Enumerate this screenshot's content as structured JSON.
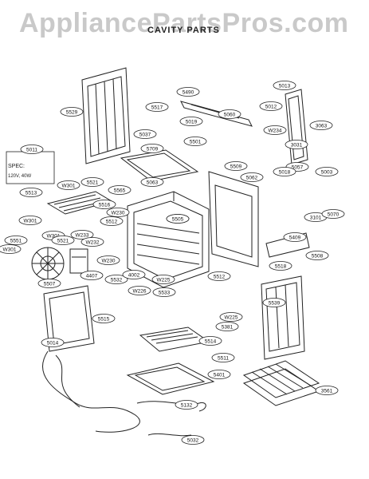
{
  "watermark": "AppliancePartsPros.com",
  "diagram_title": "CAVITY PARTS",
  "spec_label": "SPEC:",
  "spec_value": "120V, 40W",
  "callouts": [
    {
      "label": "5529"
    },
    {
      "label": "5490"
    },
    {
      "label": "5013"
    },
    {
      "label": "5517"
    },
    {
      "label": "5012"
    },
    {
      "label": "5060"
    },
    {
      "label": "5019"
    },
    {
      "label": "W234"
    },
    {
      "label": "3063"
    },
    {
      "label": "5037"
    },
    {
      "label": "5501"
    },
    {
      "label": "3031"
    },
    {
      "label": "5011"
    },
    {
      "label": "5709"
    },
    {
      "label": "5509"
    },
    {
      "label": "5057"
    },
    {
      "label": "5018"
    },
    {
      "label": "5003"
    },
    {
      "label": "5062"
    },
    {
      "label": "5063"
    },
    {
      "label": "W301"
    },
    {
      "label": "5521"
    },
    {
      "label": "5513"
    },
    {
      "label": "5565"
    },
    {
      "label": "5516"
    },
    {
      "label": "W230"
    },
    {
      "label": "5505"
    },
    {
      "label": "3101"
    },
    {
      "label": "5070"
    },
    {
      "label": "W301"
    },
    {
      "label": "5512"
    },
    {
      "label": "5505"
    },
    {
      "label": "W301"
    },
    {
      "label": "W233"
    },
    {
      "label": "W232"
    },
    {
      "label": "5551"
    },
    {
      "label": "5521"
    },
    {
      "label": "W301"
    },
    {
      "label": "5409"
    },
    {
      "label": "5508"
    },
    {
      "label": "5507"
    },
    {
      "label": "4407"
    },
    {
      "label": "W230"
    },
    {
      "label": "5532"
    },
    {
      "label": "4002"
    },
    {
      "label": "W225"
    },
    {
      "label": "5512"
    },
    {
      "label": "5518"
    },
    {
      "label": "W226"
    },
    {
      "label": "5533"
    },
    {
      "label": "5539"
    },
    {
      "label": "5515"
    },
    {
      "label": "W225"
    },
    {
      "label": "5381"
    },
    {
      "label": "5514"
    },
    {
      "label": "5014"
    },
    {
      "label": "5511"
    },
    {
      "label": "5401"
    },
    {
      "label": "3561"
    },
    {
      "label": "5132"
    },
    {
      "label": "5032"
    }
  ]
}
